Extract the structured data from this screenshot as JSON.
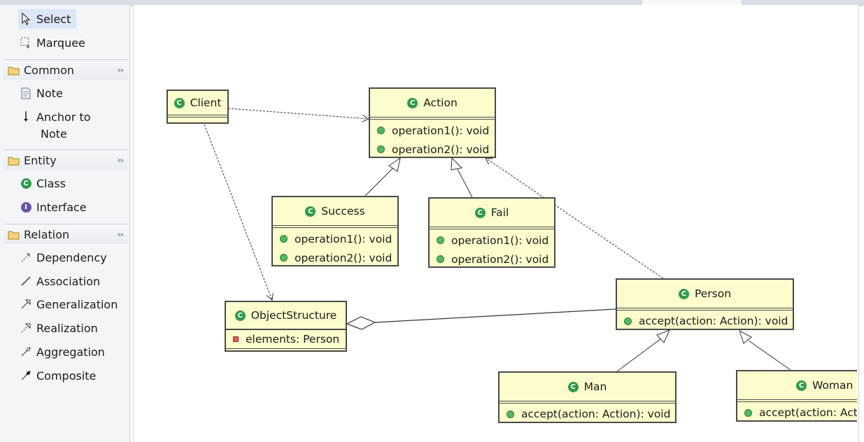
{
  "palette": {
    "tools": [
      {
        "label": "Select",
        "icon": "pointer-icon"
      },
      {
        "label": "Marquee",
        "icon": "marquee-icon"
      }
    ],
    "drawers": [
      {
        "label": "Common",
        "items": [
          {
            "label": "Note",
            "icon": "note-icon"
          },
          {
            "label": "Anchor to",
            "label2": "Note",
            "icon": "anchor-icon"
          }
        ]
      },
      {
        "label": "Entity",
        "items": [
          {
            "label": "Class",
            "icon": "class-icon"
          },
          {
            "label": "Interface",
            "icon": "interface-icon"
          }
        ]
      },
      {
        "label": "Relation",
        "items": [
          {
            "label": "Dependency",
            "icon": "dependency-icon"
          },
          {
            "label": "Association",
            "icon": "association-icon"
          },
          {
            "label": "Generalization",
            "icon": "generalization-icon"
          },
          {
            "label": "Realization",
            "icon": "realization-icon"
          },
          {
            "label": "Aggregation",
            "icon": "aggregation-icon"
          },
          {
            "label": "Composite",
            "icon": "composite-icon"
          }
        ]
      }
    ]
  },
  "diagram": {
    "classes": {
      "client": {
        "name": "Client",
        "members": []
      },
      "action": {
        "name": "Action",
        "members": [
          "operation1(): void",
          "operation2(): void"
        ]
      },
      "success": {
        "name": "Success",
        "members": [
          "operation1(): void",
          "operation2(): void"
        ]
      },
      "fail": {
        "name": "Fail",
        "members": [
          "operation1(): void",
          "operation2(): void"
        ]
      },
      "person": {
        "name": "Person",
        "members": [
          "accept(action: Action): void"
        ]
      },
      "objectstructure": {
        "name": "ObjectStructure",
        "attributes": [
          "elements: Person"
        ]
      },
      "man": {
        "name": "Man",
        "members": [
          "accept(action: Action): void"
        ]
      },
      "woman": {
        "name": "Woman",
        "members": [
          "accept(action: Act"
        ]
      }
    },
    "class_icon_letter": "C",
    "colors": {
      "class_fill": "#fcfccc",
      "class_border": "#4a4a4a",
      "class_icon": "#2f9a4a",
      "member_dot": "#55b860"
    }
  }
}
